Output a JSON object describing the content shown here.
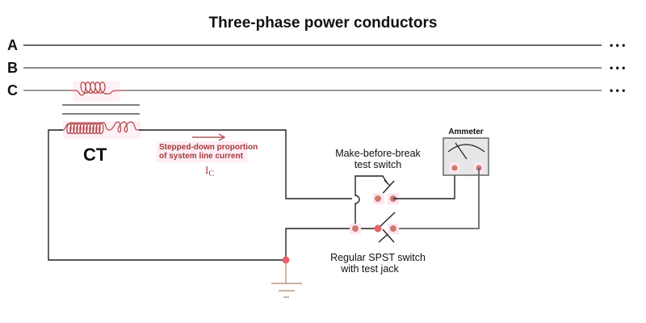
{
  "title": "Three-phase power conductors",
  "phases": [
    {
      "label": "A",
      "ellipsis": "• • •"
    },
    {
      "label": "B",
      "ellipsis": "• • •"
    },
    {
      "label": "C",
      "ellipsis": "• • •"
    }
  ],
  "ct_label": "CT",
  "current_note": {
    "line1": "Stepped-down proportion",
    "line2": "of system line current",
    "symbol": "I",
    "subscript": "C"
  },
  "ammeter_label": "Ammeter",
  "mbb_switch": {
    "line1": "Make-before-break",
    "line2": "test switch"
  },
  "spst_switch": {
    "line1": "Regular SPST switch",
    "line2": "with test jack"
  },
  "colors": {
    "accent_red": "#a33a3a",
    "terminal": "#cf7a6e",
    "junction": "#e8616a"
  }
}
